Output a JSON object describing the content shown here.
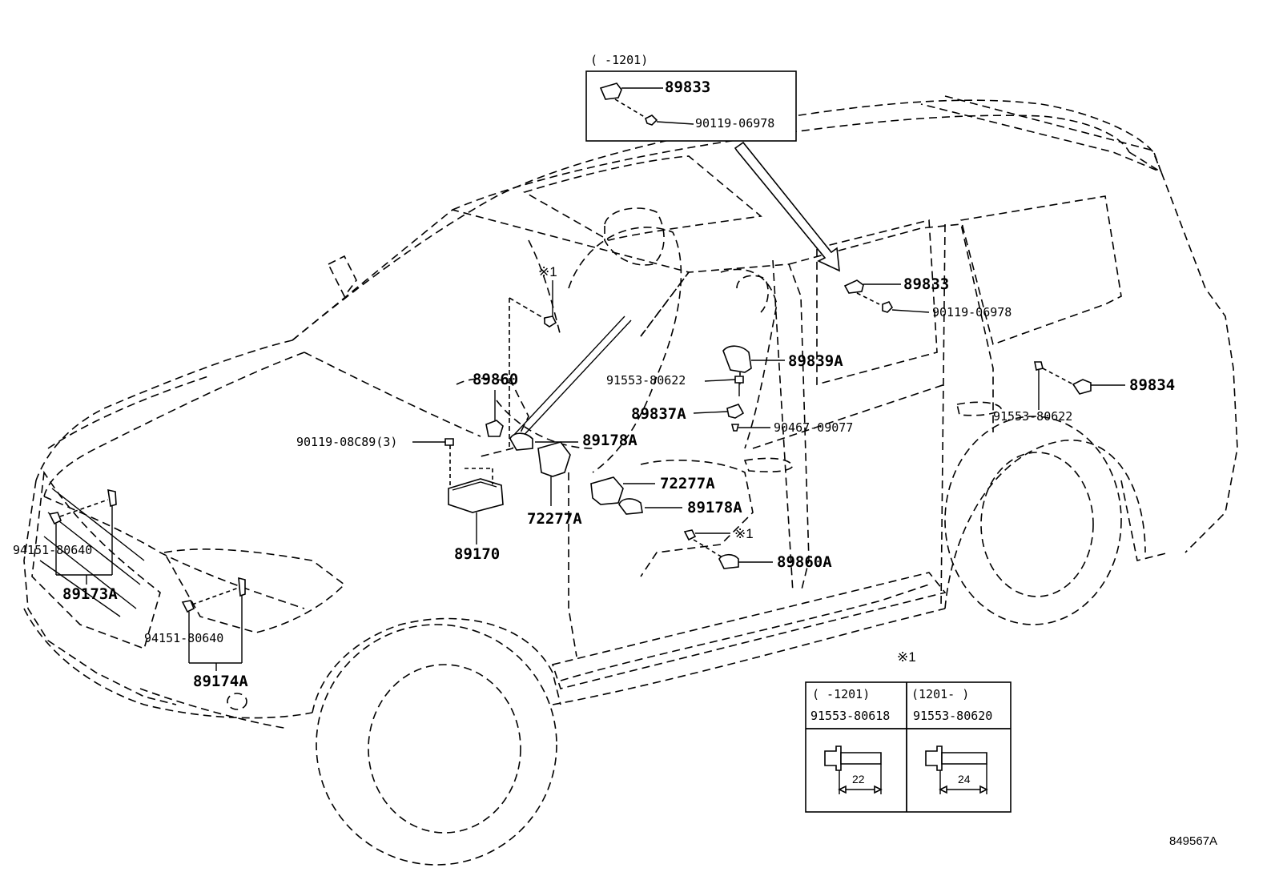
{
  "diagram": {
    "inset_top": {
      "range": "(    -1201)",
      "part_a": "89833",
      "part_b": "90119-06978"
    },
    "labels": {
      "p89833": "89833",
      "p90119_06978": "90119-06978",
      "p89839A": "89839A",
      "p91553_80622_mid": "91553-80622",
      "p89834": "89834",
      "p91553_80622_right": "91553-80622",
      "p89837A": "89837A",
      "p90467_09077": "90467-09077",
      "p89860": "89860",
      "p90119_08C89": "90119-08C89(3)",
      "p89178A_upper": "89178A",
      "p72277A_upper": "72277A",
      "p89178A_lower": "89178A",
      "p72277A_lower": "72277A",
      "p89170": "89170",
      "p89860A": "89860A",
      "note_mark_top": "※1",
      "note_mark_mid": "※1",
      "p94151_80640_a": "94151-80640",
      "p89173A": "89173A",
      "p94151_80640_b": "94151-80640",
      "p89174A": "89174A"
    },
    "note_table": {
      "mark": "※1",
      "col1_range": "(    -1201)",
      "col2_range": "(1201-    )",
      "col1_part": "91553-80618",
      "col2_part": "91553-80620",
      "col1_length": "22",
      "col2_length": "24"
    },
    "reference_code": "849567A"
  }
}
